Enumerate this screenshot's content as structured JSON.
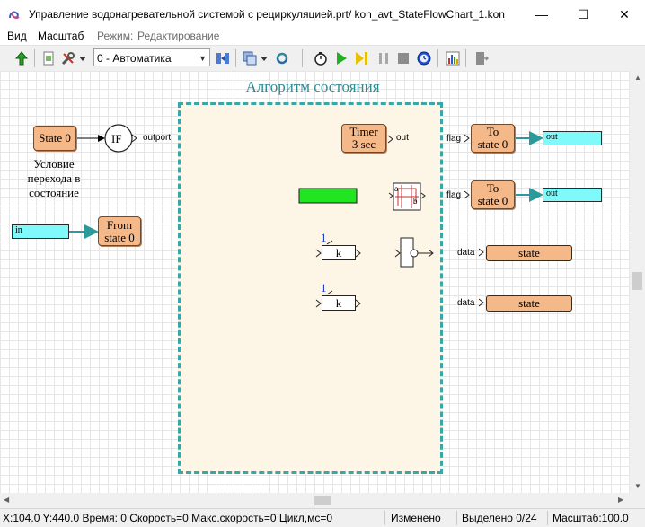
{
  "window": {
    "title": "Управление водонагревательной системой с рециркуляцией.prt/ kon_avt_StateFlowChart_1.kon_a...",
    "minimize": "—",
    "maximize": "☐",
    "close": "✕"
  },
  "menu": {
    "view": "Вид",
    "scale": "Масштаб",
    "mode_label": "Режим:",
    "mode_value": "Редактирование"
  },
  "toolbar": {
    "mode_select": "0 - Автоматика",
    "icons": [
      "up-arrow-icon",
      "document-icon",
      "tools-icon",
      "dropdown-icon",
      "layout-icon",
      "copy-icon",
      "dropdown-icon",
      "sync-icon",
      "stopwatch-icon",
      "play-icon",
      "step-icon",
      "pause-icon",
      "stop-icon",
      "clock-icon",
      "chart-icon",
      "export-icon"
    ]
  },
  "diagram": {
    "region_title": "Алгоритм состояния",
    "state0_block": "State 0",
    "if_block": "IF",
    "if_port": "outport",
    "condition_caption": [
      "Условие",
      "перехода в",
      "состояние"
    ],
    "in_signal": "in",
    "from_state_block": [
      "From",
      "state 0"
    ],
    "timer_block": [
      "Timer",
      "3 sec"
    ],
    "timer_port": "out",
    "to_state_1": [
      "To",
      "state 0"
    ],
    "to_state_2": [
      "To",
      "state 0"
    ],
    "flag_1": "flag",
    "flag_2": "flag",
    "out_1": "out",
    "out_2": "out",
    "k_block_1": {
      "index": "1",
      "label": "k"
    },
    "k_block_2": {
      "index": "1",
      "label": "k"
    },
    "chart_block_a": "a",
    "chart_block_b": "b",
    "data_1": "data",
    "data_2": "data",
    "state_display_1": "state",
    "state_display_2": "state",
    "colors": {
      "block_fill": "#f5b888",
      "region_border": "#3aa6a6",
      "region_fill": "#fdf5e6",
      "signal_cyan": "#7ff9f9",
      "green_indicator": "#22e522",
      "connector": "#2a9a9a"
    }
  },
  "status": {
    "coords": "X:104.0  Y:440.0 Время: 0 Скорость=0 Макс.скорость=0 Цикл,мс=0",
    "changed": "Изменено",
    "selected": "Выделено 0/24",
    "scale": "Масштаб:100.0"
  }
}
